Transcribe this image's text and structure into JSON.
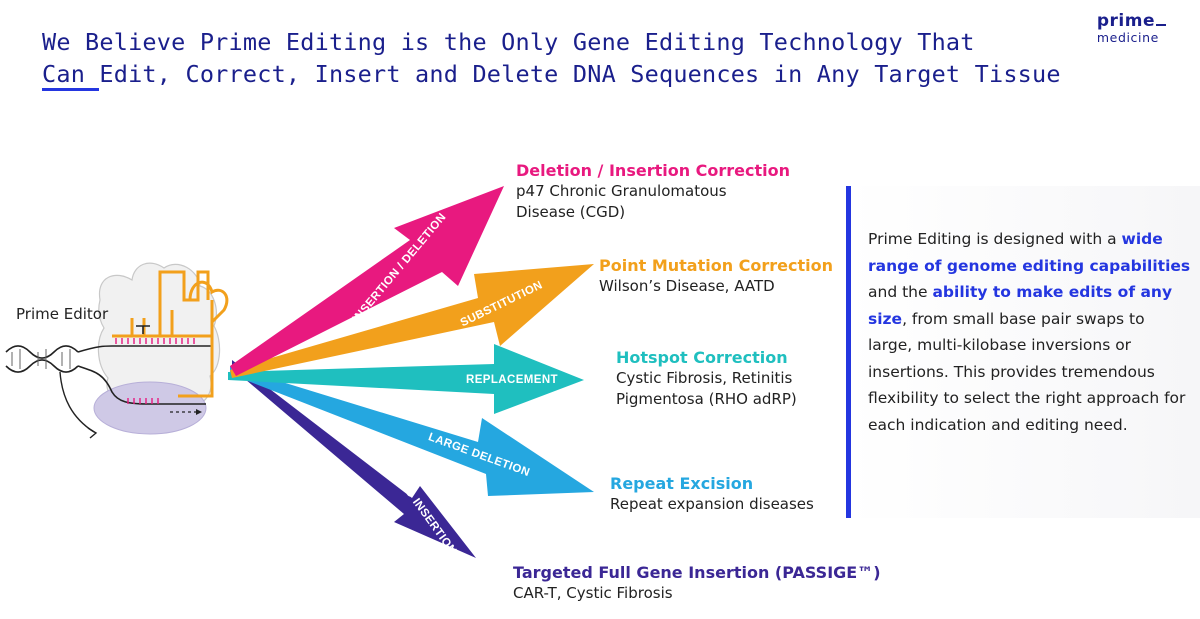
{
  "title": {
    "line1": "We Believe Prime Editing is the Only Gene Editing Technology That",
    "line2": "Can Edit, Correct, Insert and Delete DNA Sequences in Any Target Tissue"
  },
  "logo": {
    "line1": "prime",
    "line2": "medicine"
  },
  "prime_editor_label": "Prime Editor",
  "colors": {
    "accent_blue": "#2436e0",
    "title_navy": "#1a1f8c",
    "insertion_deletion": "#e8197f",
    "substitution": "#f2a01c",
    "replacement": "#1fbfbf",
    "large_deletion": "#25a7e0",
    "large_insertion": "#3b2795"
  },
  "arrows": {
    "insertion_deletion": "INSERTION / DELETION",
    "substitution": "SUBSTITUTION",
    "replacement": "REPLACEMENT",
    "large_deletion": "LARGE DELETION",
    "large_insertion": "LARGE TARGETED INSERTION"
  },
  "outcomes": {
    "deletion_insertion": {
      "heading": "Deletion / Insertion Correction",
      "line1": "p47 Chronic Granulomatous",
      "line2": "Disease (CGD)"
    },
    "point_mutation": {
      "heading": "Point Mutation Correction",
      "line1": "Wilson’s Disease, AATD"
    },
    "hotspot": {
      "heading": "Hotspot Correction",
      "line1": "Cystic Fibrosis, Retinitis",
      "line2": "Pigmentosa (RHO adRP)"
    },
    "repeat_excision": {
      "heading": "Repeat Excision",
      "line1": "Repeat expansion diseases"
    },
    "targeted_insertion": {
      "heading": "Targeted Full Gene Insertion (PASSIGE™)",
      "line1": "CAR-T, Cystic Fibrosis"
    }
  },
  "panel": {
    "t1": "Prime Editing is designed with a ",
    "b1": "wide range of genome editing capabilities",
    "t2": " and the ",
    "b2": "ability to make edits of any size",
    "t3": ", from small base pair swaps to large, multi-kilobase inversions or insertions. This provides tremendous flexibility to select the right approach for each indication and editing need."
  }
}
